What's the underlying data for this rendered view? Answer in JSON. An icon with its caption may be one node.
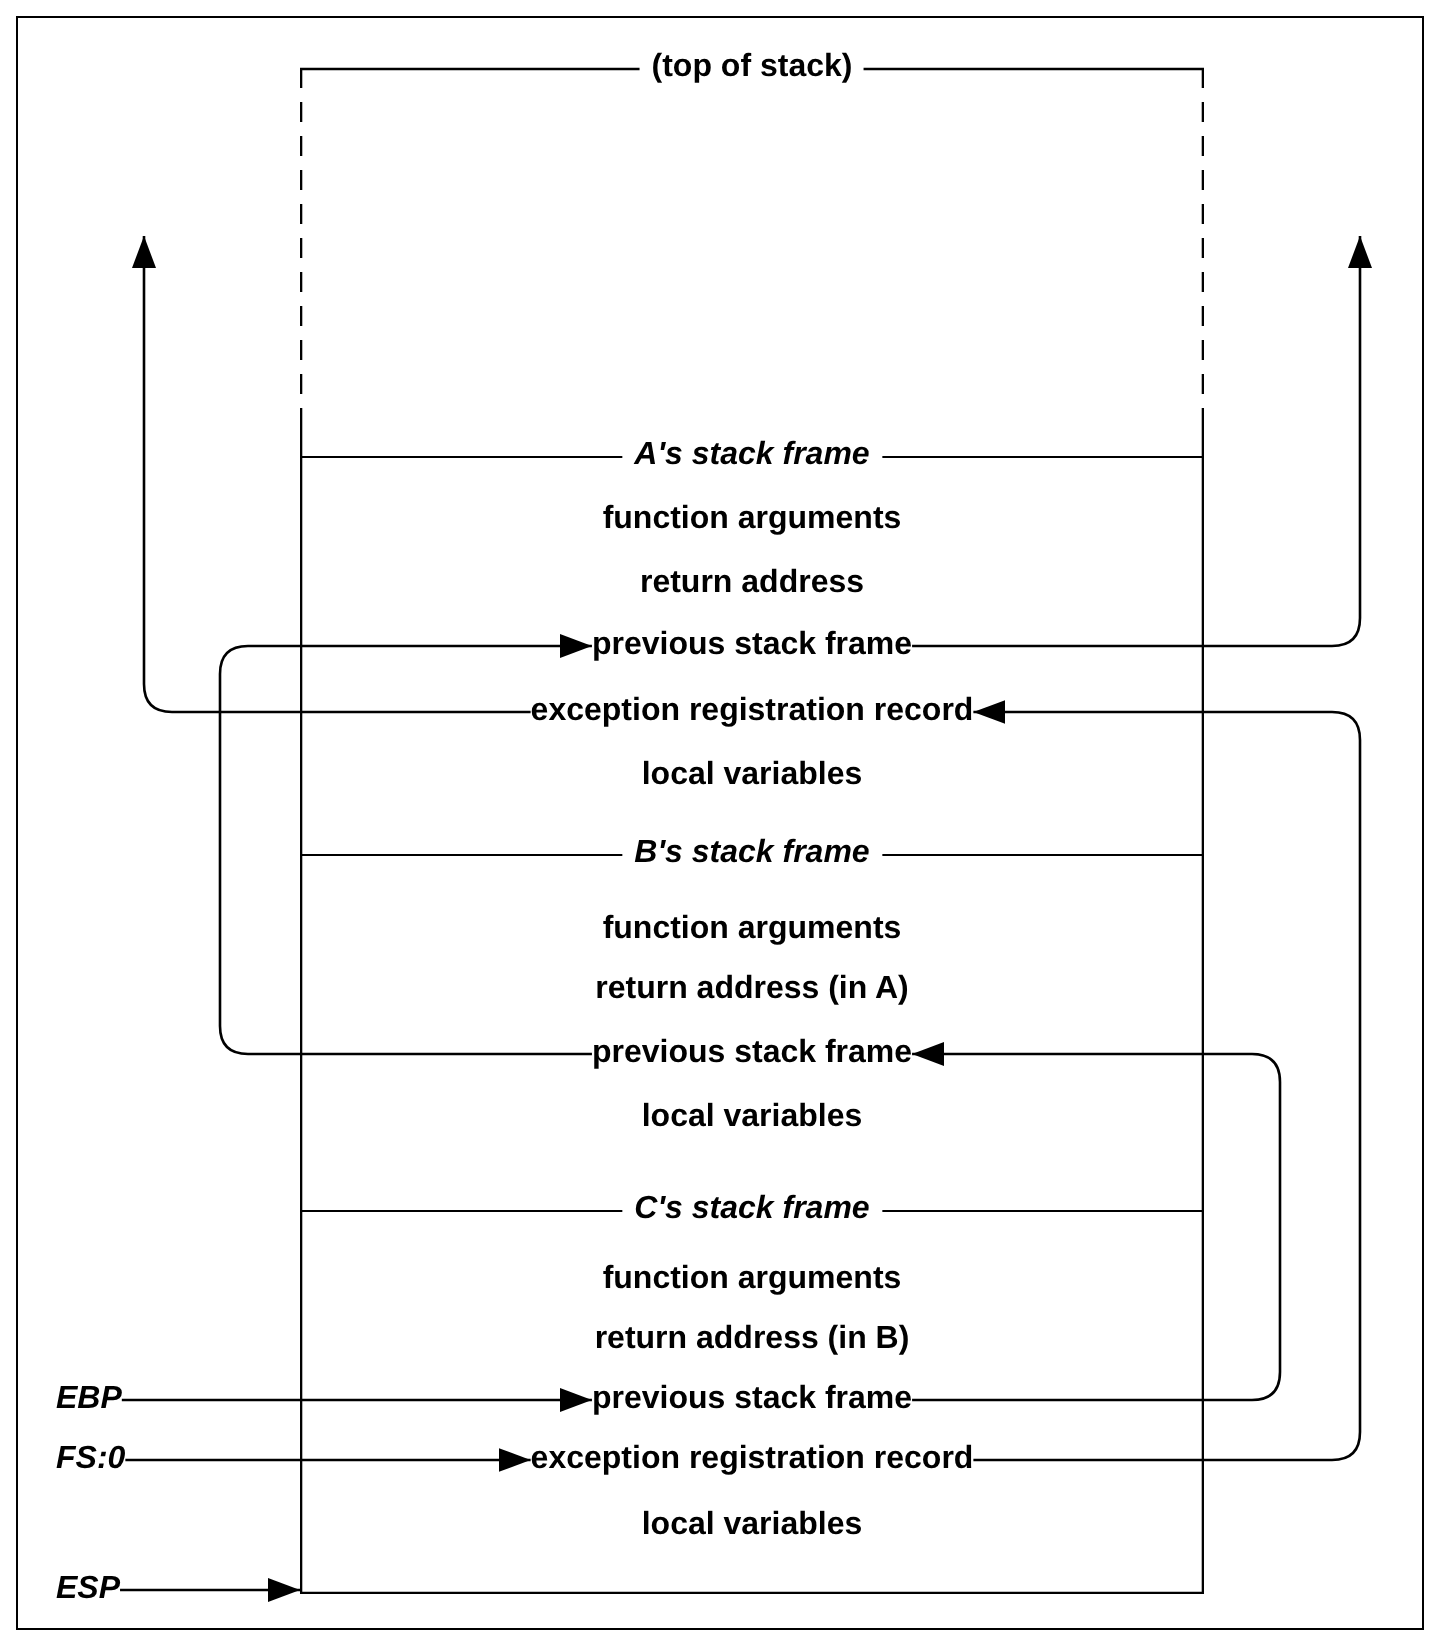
{
  "diagram": {
    "nodes": [
      {
        "text": [
          "(top of stack)"
        ]
      },
      {
        "text": [
          "A's stack frame"
        ],
        "in": 0
      },
      {
        "text": [
          "previous stack frame"
        ],
        "in": 1
      },
      {
        "text": [
          "exception registration record"
        ],
        "in": 1
      },
      {
        "text": [
          "B's stack frame"
        ],
        "in": 0
      },
      {
        "text": [
          "previous stack frame"
        ],
        "in": 4
      },
      {
        "text": [
          "C's stack frame"
        ],
        "in": 0
      },
      {
        "text": [
          "previous stack frame"
        ],
        "in": 6
      },
      {
        "text": [
          "exception registration record"
        ],
        "in": 6
      },
      {
        "text": [
          "EBP"
        ]
      },
      {
        "text": [
          "FS:0"
        ]
      },
      {
        "text": [
          "ESP"
        ]
      }
    ],
    "edges": [
      {
        "from": 2,
        "to": null,
        "arrow": "to"
      },
      {
        "from": 3,
        "to": null,
        "arrow": "to"
      },
      {
        "from": 5,
        "to": 2,
        "arrow": "to"
      },
      {
        "from": 7,
        "to": 5,
        "arrow": "to"
      },
      {
        "from": 8,
        "to": 3,
        "arrow": "to"
      },
      {
        "from": 9,
        "to": 7,
        "arrow": "to"
      },
      {
        "from": 10,
        "to": 8,
        "arrow": "to"
      },
      {
        "from": 11,
        "to": 0,
        "arrow": "to"
      }
    ],
    "labels": [
      "function arguments",
      "return address",
      "local variables",
      "function arguments",
      "return address (in A)",
      "local variables",
      "function arguments",
      "return address (in B)",
      "local variables"
    ]
  }
}
